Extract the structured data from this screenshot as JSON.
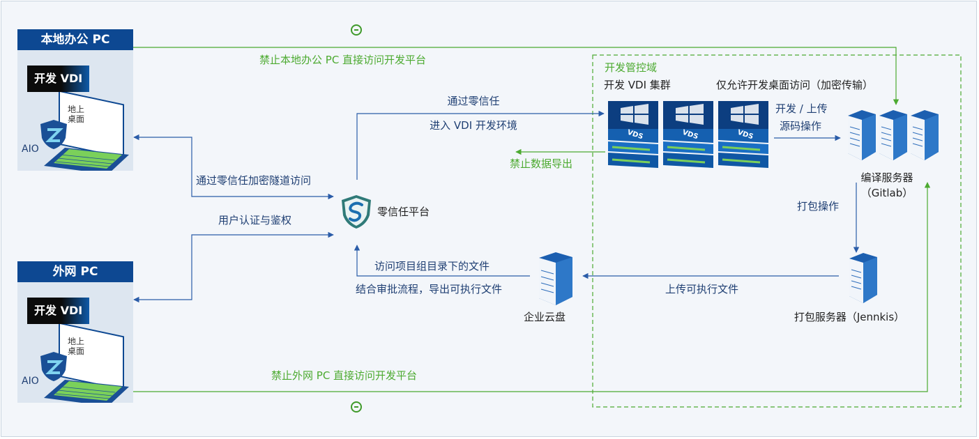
{
  "left": {
    "local_pc": {
      "title": "本地办公 PC",
      "vdi_tag": "开发 VDI",
      "aio": "AIO",
      "screen_text": "地上\n桌面"
    },
    "external_pc": {
      "title": "外网 PC",
      "vdi_tag": "开发 VDI",
      "aio": "AIO",
      "screen_text": "地上\n桌面"
    }
  },
  "labels": {
    "forbid_local": "禁止本地办公 PC 直接访问开发平台",
    "forbid_external": "禁止外网 PC 直接访问开发平台",
    "zero_trust_tunnel": "通过零信任加密隧道访问",
    "user_auth": "用户认证与鉴权",
    "via_zero_trust": "通过零信任",
    "enter_vdi": "进入 VDI 开发环境",
    "forbid_export": "禁止数据导出",
    "access_project_files": "访问项目组目录下的文件",
    "approval_export": "结合审批流程，导出可执行文件",
    "upload_executables": "上传可执行文件",
    "dev_upload": "开发 / 上传",
    "source_ops": "源码操作",
    "package_ops": "打包操作",
    "only_dev_desktop": "仅允许开发桌面访问（加密传输）"
  },
  "domain": {
    "title": "开发管控域",
    "cluster": "开发 VDI 集群",
    "vds_label": "VDS"
  },
  "nodes": {
    "zero_trust_platform": "零信任平台",
    "enterprise_cloud_disk": "企业云盘",
    "compile_server": "编译服务器",
    "compile_server_sub": "（Gitlab）",
    "package_server": "打包服务器（Jennkis）"
  },
  "icons": {
    "zero_trust_platform": "shield-s-logo-icon",
    "aio": "shield-z-logo-icon",
    "forbid": "minus-circle-icon",
    "server": "server-tower-icon",
    "vdi": "vds-server-icon"
  },
  "colors": {
    "brand_blue": "#0d4892",
    "flow_blue": "#2a5ca8",
    "forbid_green": "#4caa30",
    "panel_bg": "#dde6f0",
    "canvas_bg": "#f3f6fa"
  }
}
